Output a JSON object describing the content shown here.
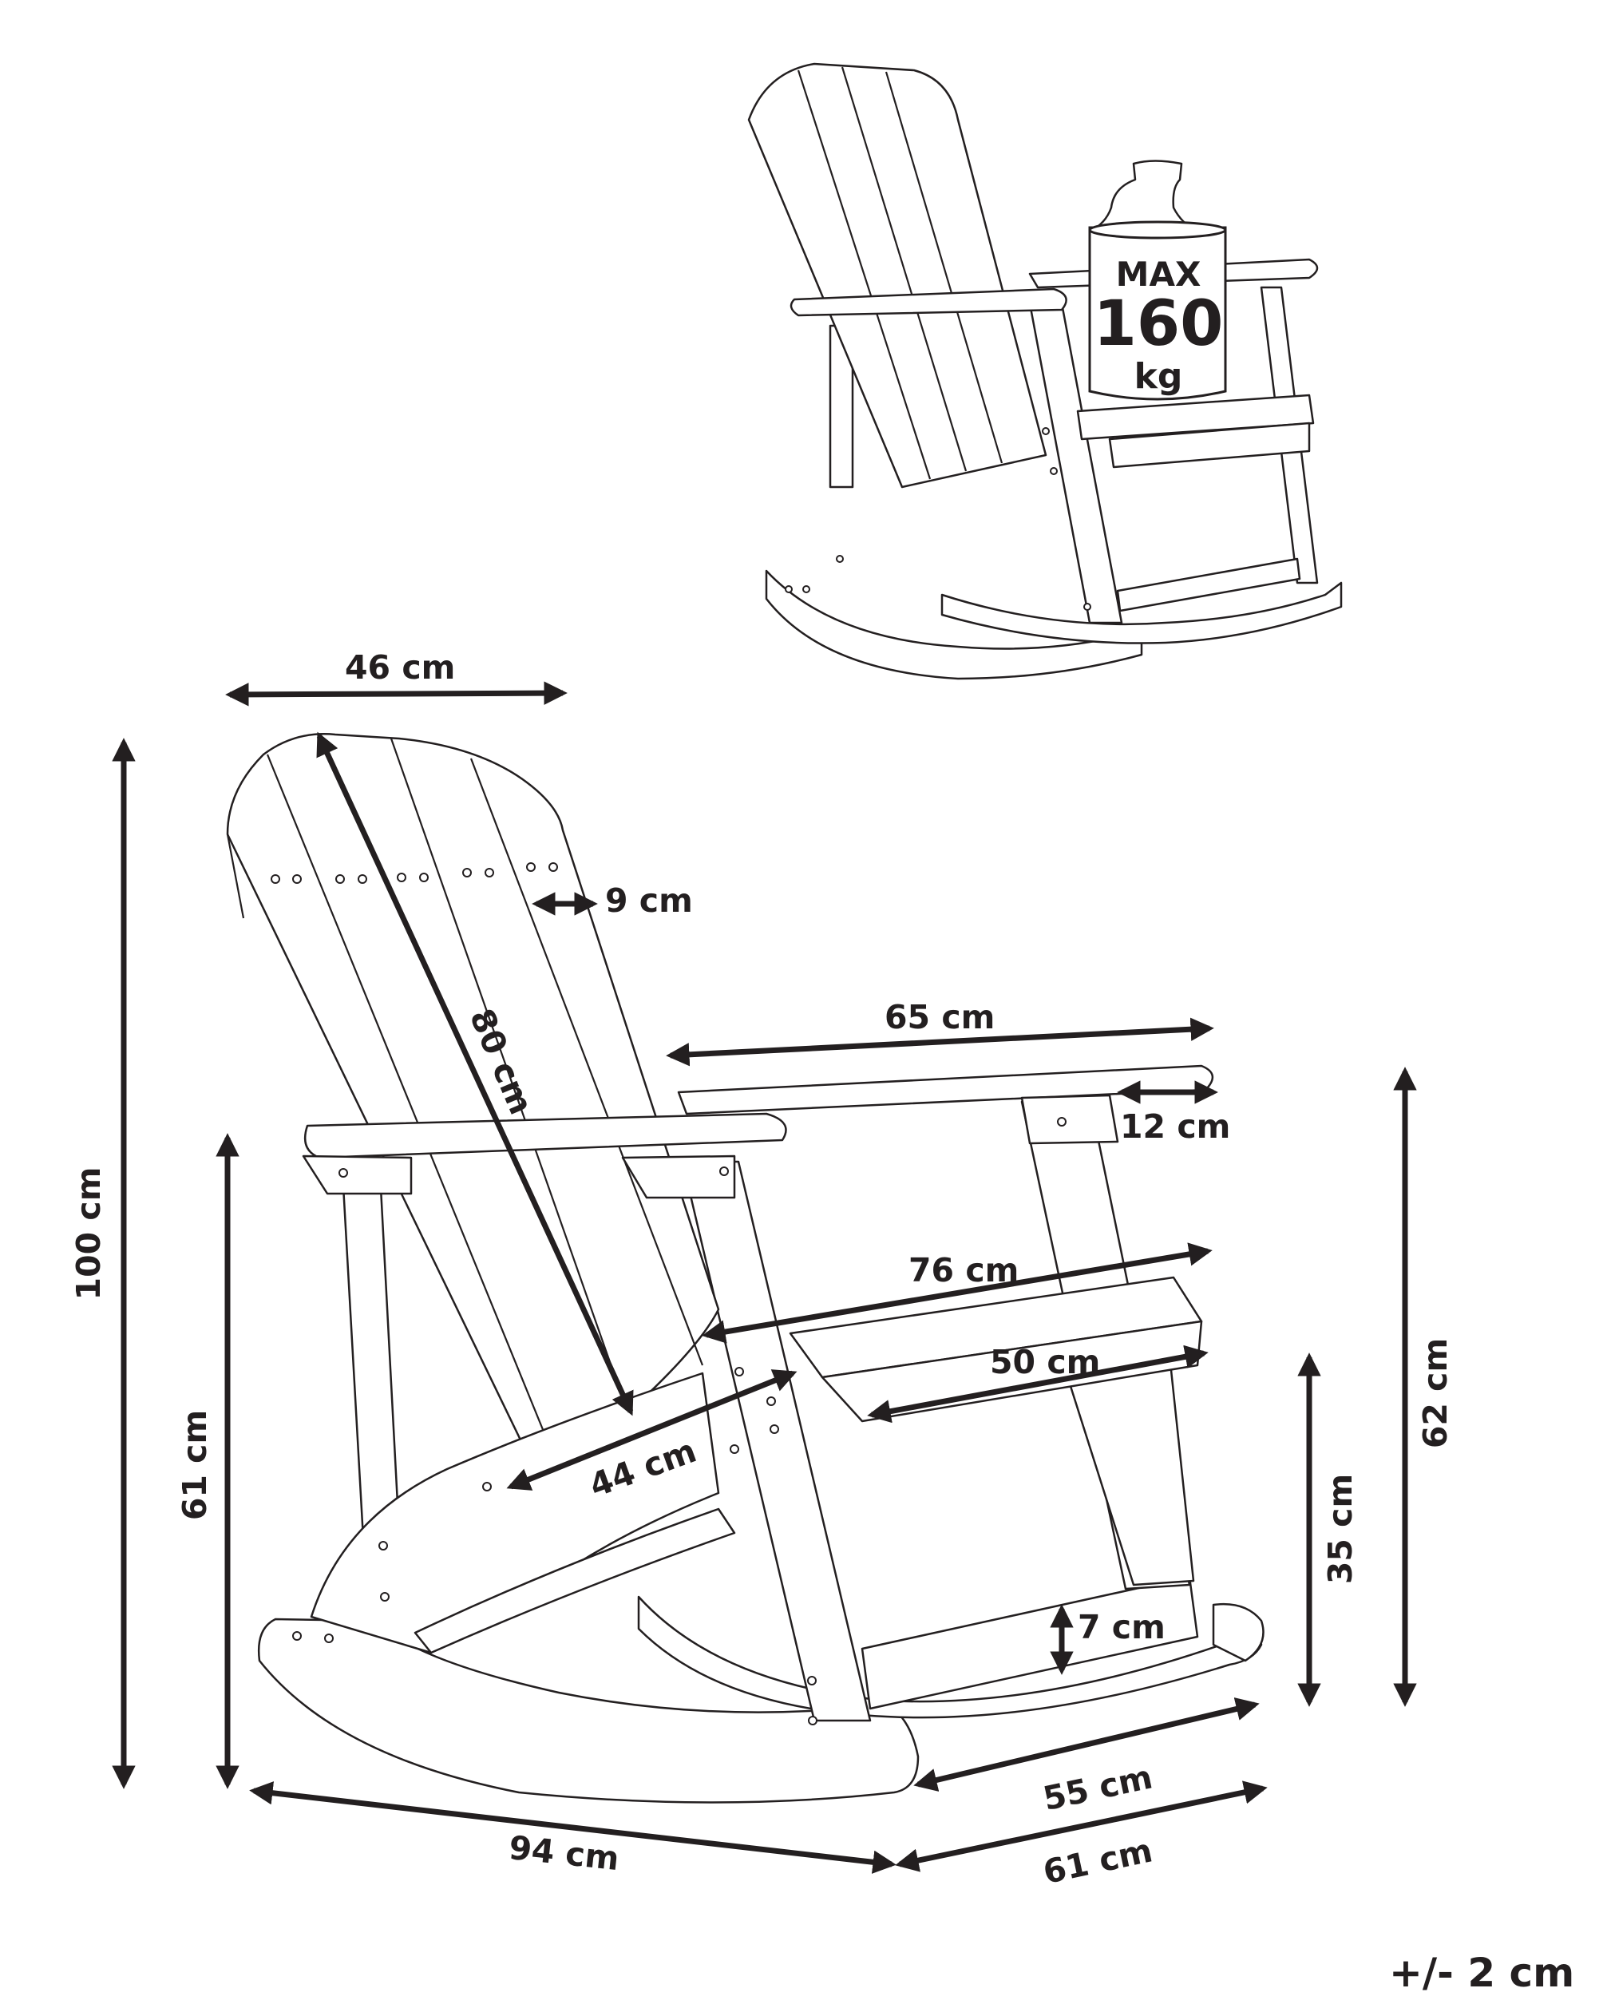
{
  "weight_badge": {
    "max": "MAX",
    "value": "160",
    "unit": "kg"
  },
  "dimensions": {
    "backrest_width": "46 cm",
    "total_height": "100 cm",
    "slat_width": "9 cm",
    "backrest_length": "80 cm",
    "armrest_length": "65 cm",
    "armrest_width": "12 cm",
    "arm_height": "61 cm",
    "depth_76": "76 cm",
    "seat_width": "50 cm",
    "seat_depth": "44 cm",
    "rear_height": "62 cm",
    "seat_height": "35 cm",
    "rail_height": "7 cm",
    "inner_width": "55 cm",
    "length": "94 cm",
    "width": "61 cm"
  },
  "tolerance": "+/- 2 cm",
  "colors": {
    "ink": "#231f20",
    "paper": "#ffffff"
  }
}
